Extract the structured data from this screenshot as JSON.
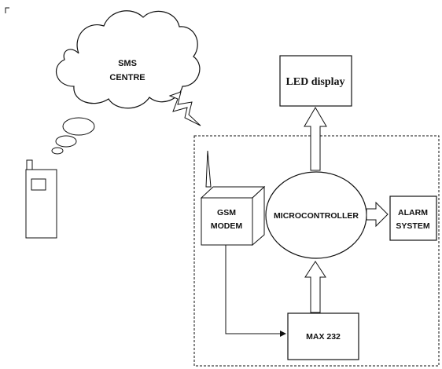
{
  "colors": {
    "stroke": "#111111",
    "background": "#ffffff"
  },
  "labels": {
    "cloud_line1": "SMS",
    "cloud_line2": "CENTRE",
    "led_display": "LED display",
    "gsm_line1": "GSM",
    "gsm_line2": "MODEM",
    "microcontroller": "MICROCONTROLLER",
    "alarm_line1": "ALARM",
    "alarm_line2": "SYSTEM",
    "max232": "MAX 232"
  }
}
